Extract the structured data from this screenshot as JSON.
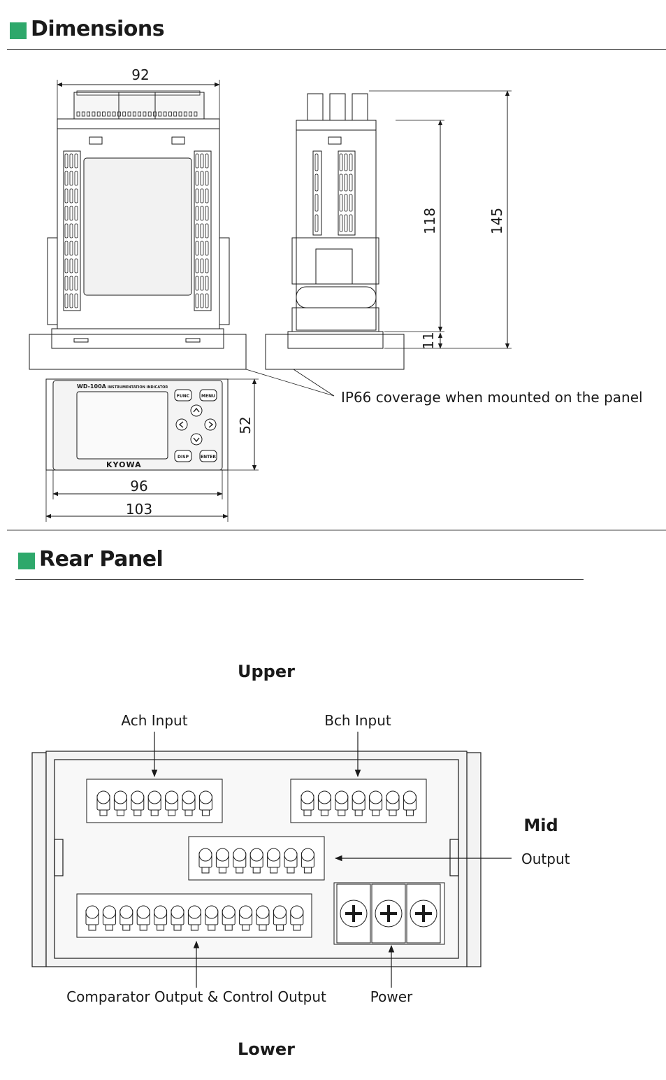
{
  "sections": {
    "dimensions_title": "Dimensions",
    "rear_title": "Rear Panel"
  },
  "dimensions": {
    "width_top": "92",
    "height_body": "118",
    "height_total": "145",
    "flange_depth": "11",
    "front_height": "52",
    "front_width_inner": "96",
    "front_width_outer": "103",
    "ip66_note": "IP66 coverage when mounted on the panel"
  },
  "front_panel": {
    "model": "WD-100A",
    "subtitle": "INSTRUMENTATION INDICATOR",
    "brand": "KYOWA",
    "buttons": [
      "FUNC",
      "MENU",
      "DISP",
      "ENTER"
    ]
  },
  "rear_panel": {
    "upper": "Upper",
    "lower": "Lower",
    "mid": "Mid",
    "ach_input": "Ach Input",
    "bch_input": "Bch Input",
    "output": "Output",
    "comparator": "Comparator Output & Control Output",
    "power": "Power"
  },
  "colors": {
    "accent": "#2ea86b",
    "line": "#1a1a1a",
    "fill_light": "#efefef"
  }
}
